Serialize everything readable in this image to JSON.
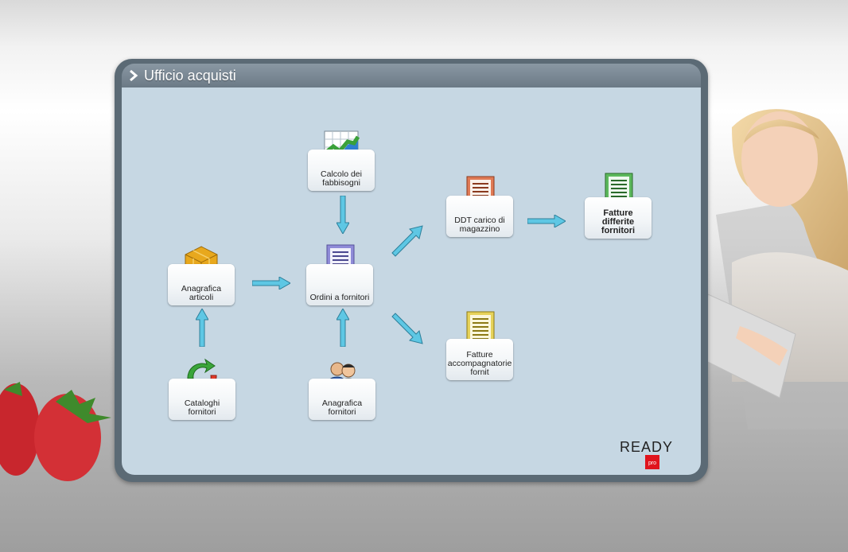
{
  "window": {
    "title": "Ufficio acquisti"
  },
  "nodes": {
    "calcolo": {
      "label": "Calcolo dei fabbisogni"
    },
    "ordini": {
      "label": "Ordini a fornitori"
    },
    "anagrafica_articoli": {
      "label": "Anagrafica articoli"
    },
    "cataloghi": {
      "label": "Cataloghi fornitori"
    },
    "anagrafica_fornitori": {
      "label": "Anagrafica fornitori"
    },
    "ddt": {
      "label": "DDT carico di magazzino"
    },
    "fatture_differite": {
      "label": "Fatture differite fornitori"
    },
    "fatture_accompagnatorie": {
      "label": "Fatture accompagnatorie fornit"
    }
  },
  "logo": {
    "text": "READY",
    "sub": "pro"
  },
  "icons": {
    "calcolo": "chart-icon",
    "ordini": "document-list-icon",
    "anagrafica_articoli": "box-icon",
    "cataloghi": "refresh-arrows-icon",
    "anagrafica_fornitori": "users-icon",
    "ddt": "document-red-icon",
    "fatture_differite": "document-green-icon",
    "fatture_accompagnatorie": "document-yellow-icon"
  }
}
